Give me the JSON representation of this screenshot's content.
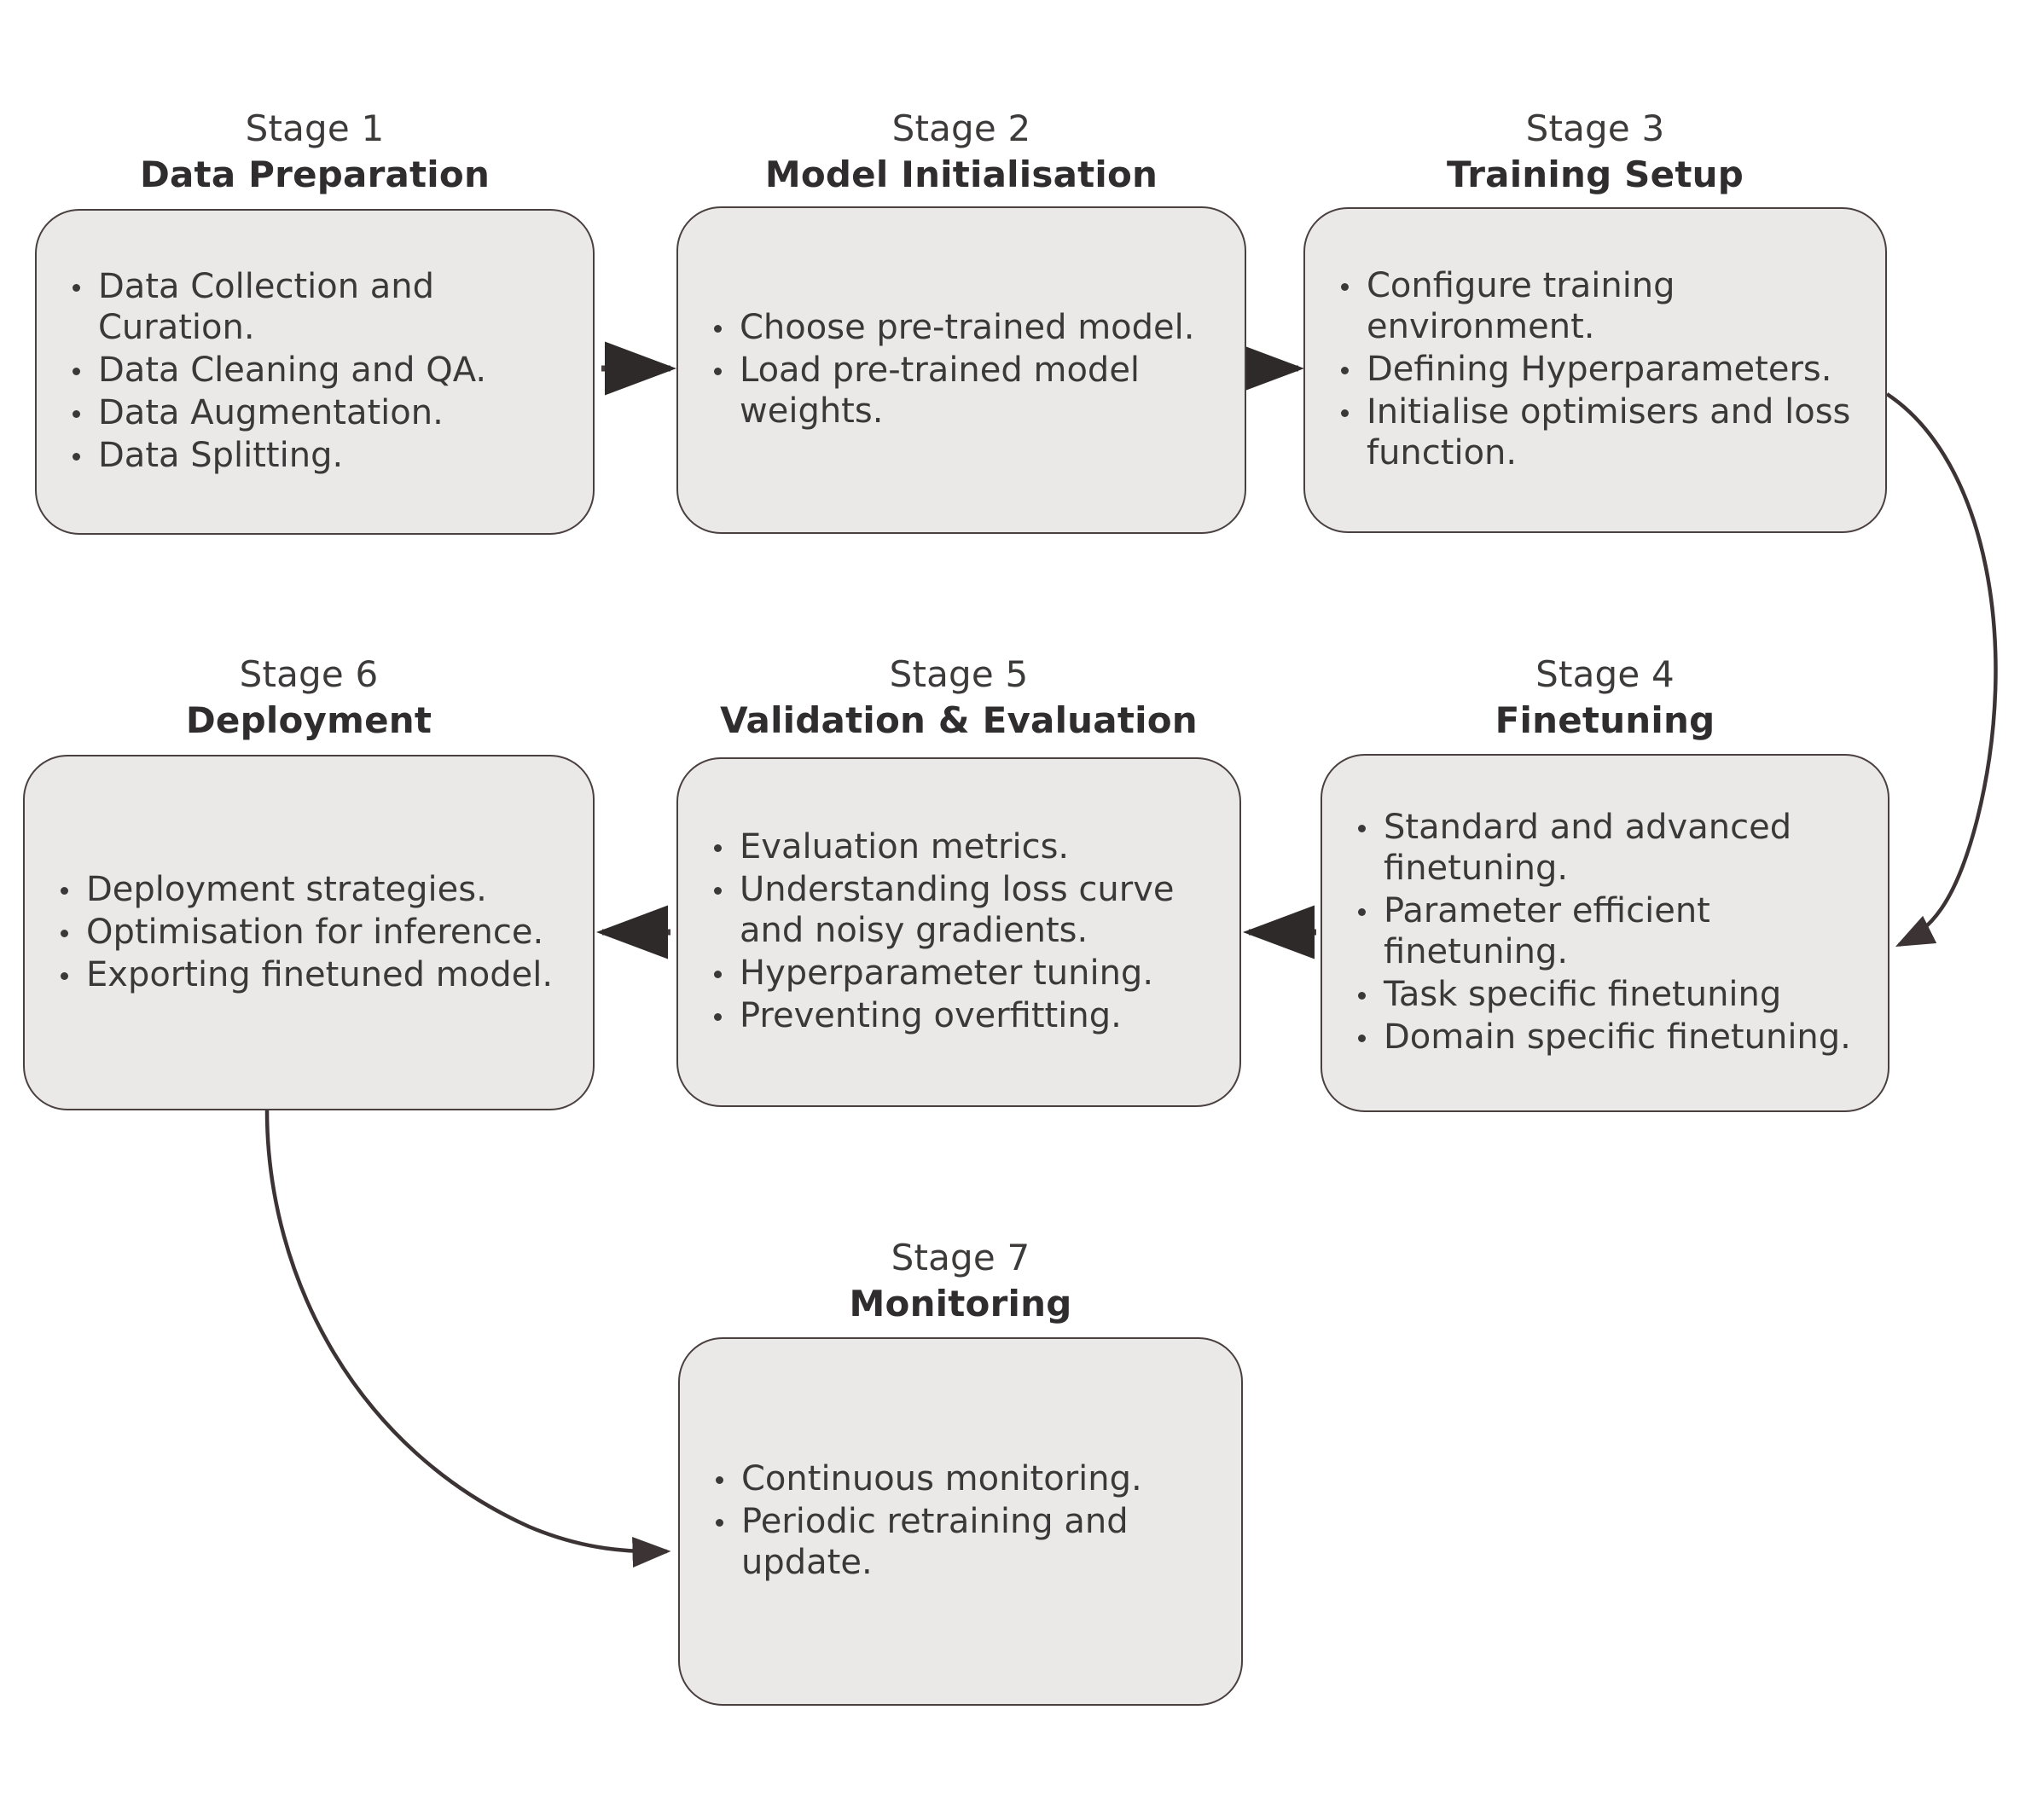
{
  "diagram": {
    "title_prefix": "Stage",
    "colors": {
      "box_fill": "#ebe9e7",
      "box_border": "#4a4040",
      "text": "#3b3839",
      "heading": "#2f2d2e",
      "connector": "#3c3334",
      "background": "#ffffff"
    },
    "stages": [
      {
        "number": "Stage 1",
        "title": "Data Preparation",
        "bullets": [
          "Data Collection and Curation.",
          "Data Cleaning and QA.",
          "Data Augmentation.",
          "Data Splitting."
        ]
      },
      {
        "number": "Stage 2",
        "title": "Model Initialisation",
        "bullets": [
          "Choose pre-trained model.",
          "Load pre-trained model weights."
        ]
      },
      {
        "number": "Stage 3",
        "title": "Training Setup",
        "bullets": [
          "Configure training environment.",
          "Defining Hyperparameters.",
          "Initialise optimisers and loss function."
        ]
      },
      {
        "number": "Stage 4",
        "title": "Finetuning",
        "bullets": [
          "Standard and advanced finetuning.",
          "Parameter efficient finetuning.",
          "Task specific finetuning",
          "Domain specific finetuning."
        ]
      },
      {
        "number": "Stage 5",
        "title": "Validation & Evaluation",
        "bullets": [
          "Evaluation metrics.",
          "Understanding loss curve and noisy gradients.",
          "Hyperparameter tuning.",
          "Preventing overfitting."
        ]
      },
      {
        "number": "Stage 6",
        "title": "Deployment",
        "bullets": [
          "Deployment strategies.",
          "Optimisation for inference.",
          "Exporting finetuned model."
        ]
      },
      {
        "number": "Stage 7",
        "title": "Monitoring",
        "bullets": [
          "Continuous monitoring.",
          "Periodic retraining and update."
        ]
      }
    ],
    "connectors": [
      {
        "name": "arrow-stage1-to-stage2",
        "kind": "straight-right"
      },
      {
        "name": "arrow-stage2-to-stage3",
        "kind": "straight-right"
      },
      {
        "name": "arrow-stage3-to-stage4",
        "kind": "curve-right-wrap"
      },
      {
        "name": "arrow-stage4-to-stage5",
        "kind": "straight-left"
      },
      {
        "name": "arrow-stage5-to-stage6",
        "kind": "straight-left"
      },
      {
        "name": "arrow-stage6-to-stage7",
        "kind": "curve-down-right"
      }
    ]
  }
}
